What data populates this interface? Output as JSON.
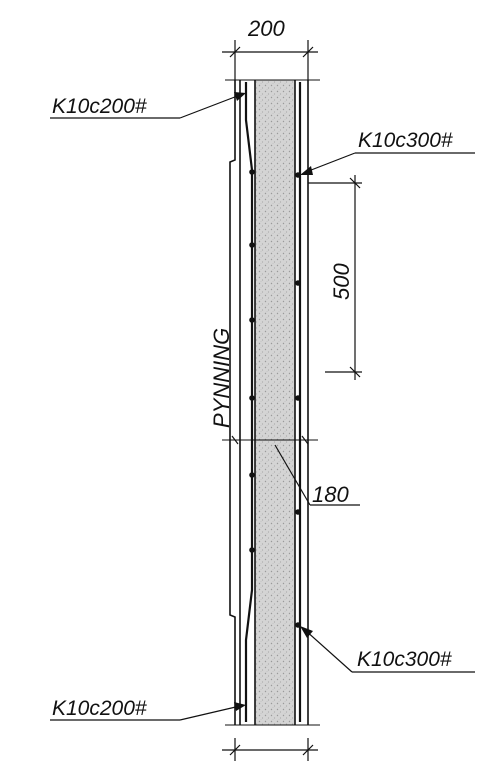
{
  "dimensions": {
    "top_width": "200",
    "spacing": "500",
    "inner": "180"
  },
  "callouts": {
    "top_left": "K10c200#",
    "top_right": "K10c300#",
    "bottom_right": "K10c300#",
    "bottom_left": "K10c200#"
  },
  "vertical_label": "PYNNING",
  "colors": {
    "ink": "#111111",
    "concrete_fill": "#cfcfcf"
  }
}
